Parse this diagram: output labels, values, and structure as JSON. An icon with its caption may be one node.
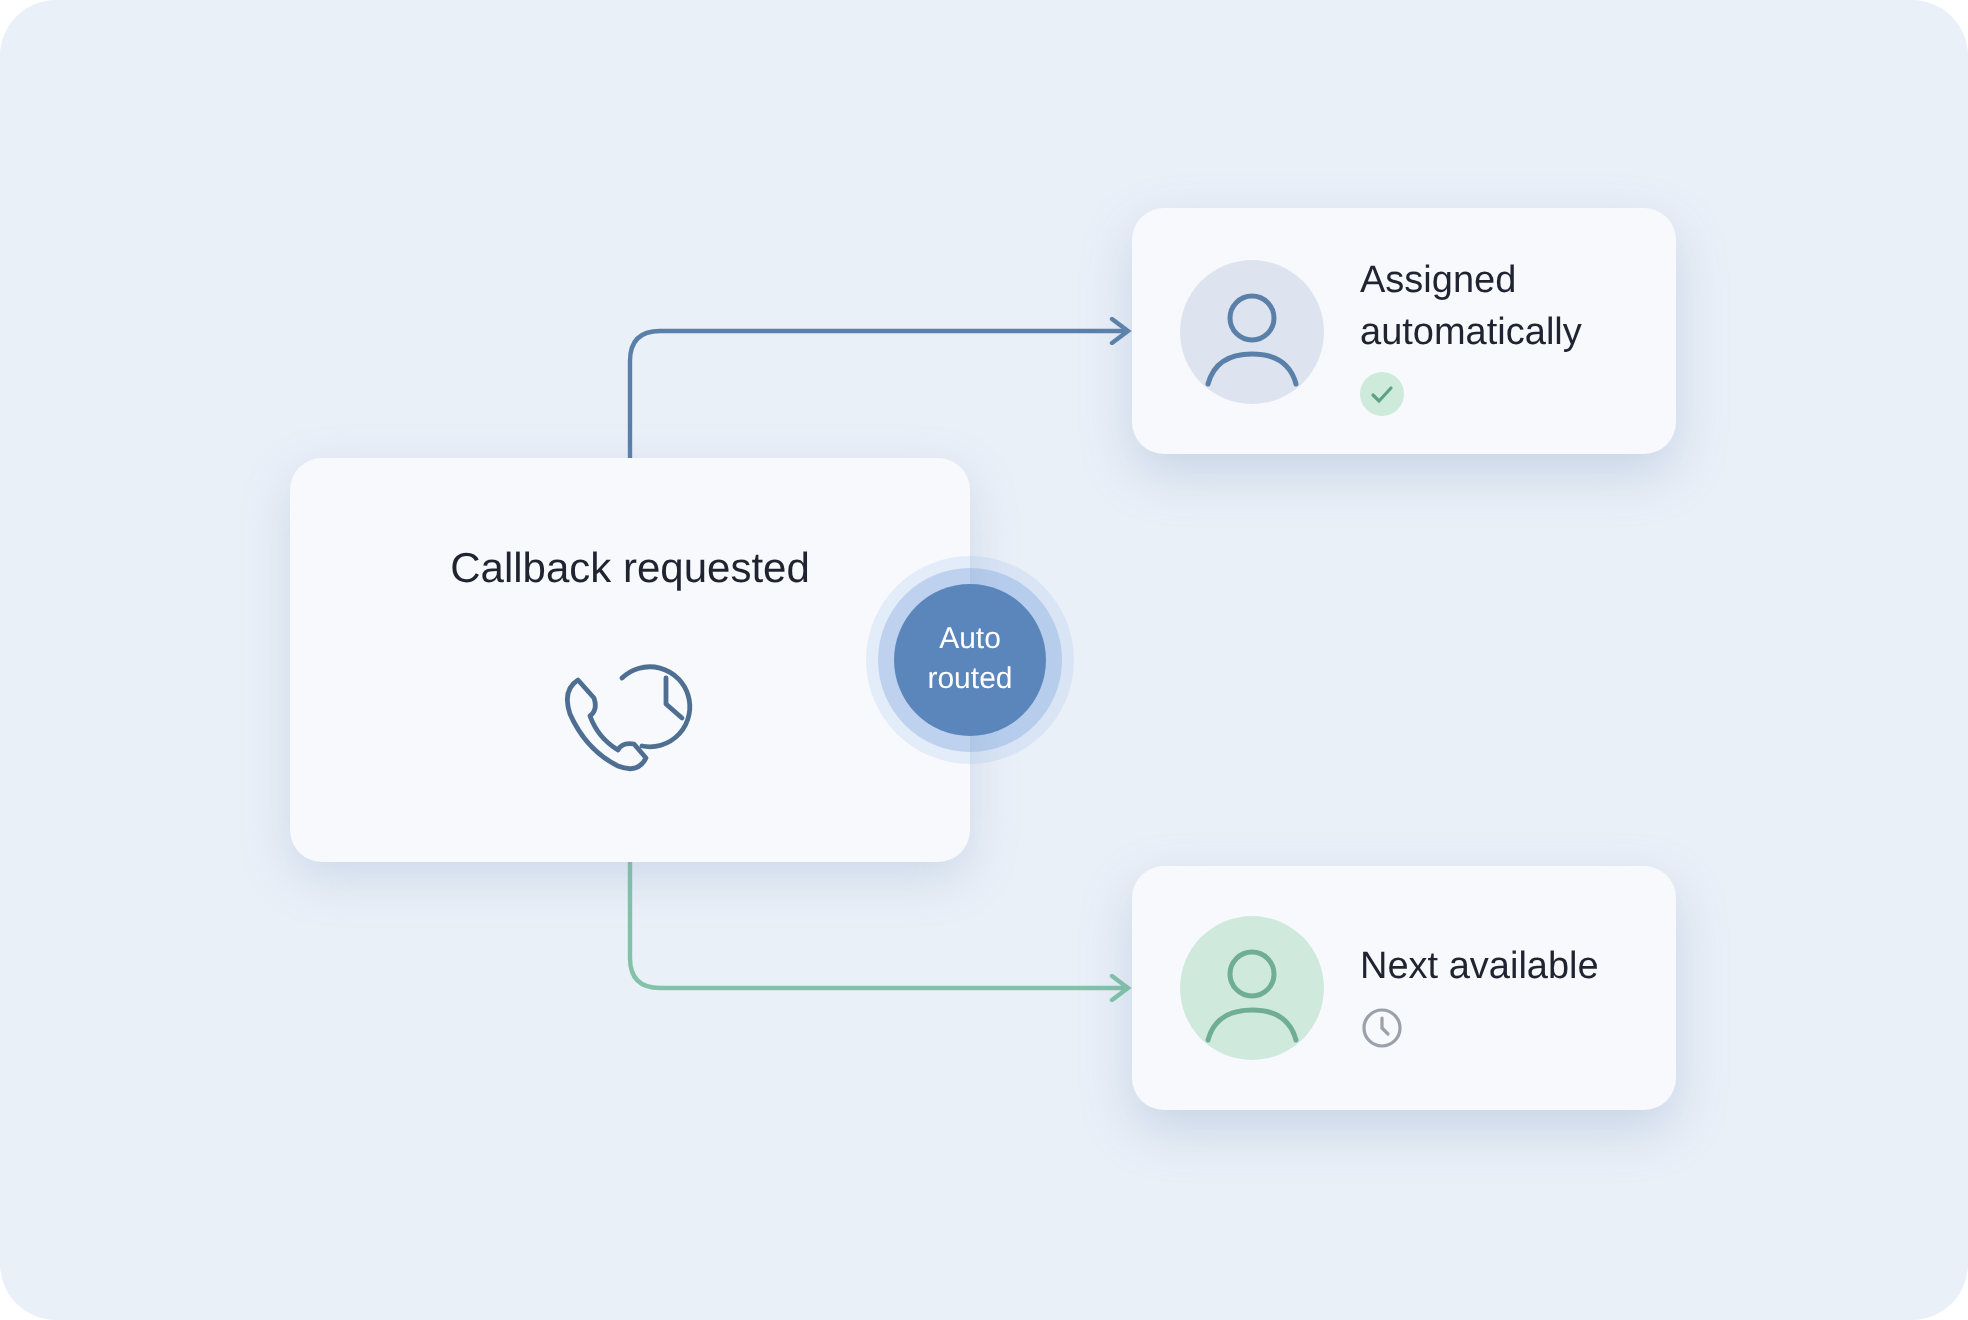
{
  "diagram": {
    "nodes": [
      {
        "text": [
          "Callback requested"
        ]
      },
      {
        "text": [
          "Auto routed"
        ]
      },
      {
        "text": [
          "Assigned automatically"
        ]
      },
      {
        "text": [
          "Next available"
        ]
      }
    ],
    "edges": [
      {
        "from": 0,
        "to": 2,
        "arrow": "to",
        "color": "#5a80aa"
      },
      {
        "from": 0,
        "to": 3,
        "arrow": "to",
        "color": "#82c2a8"
      }
    ]
  }
}
